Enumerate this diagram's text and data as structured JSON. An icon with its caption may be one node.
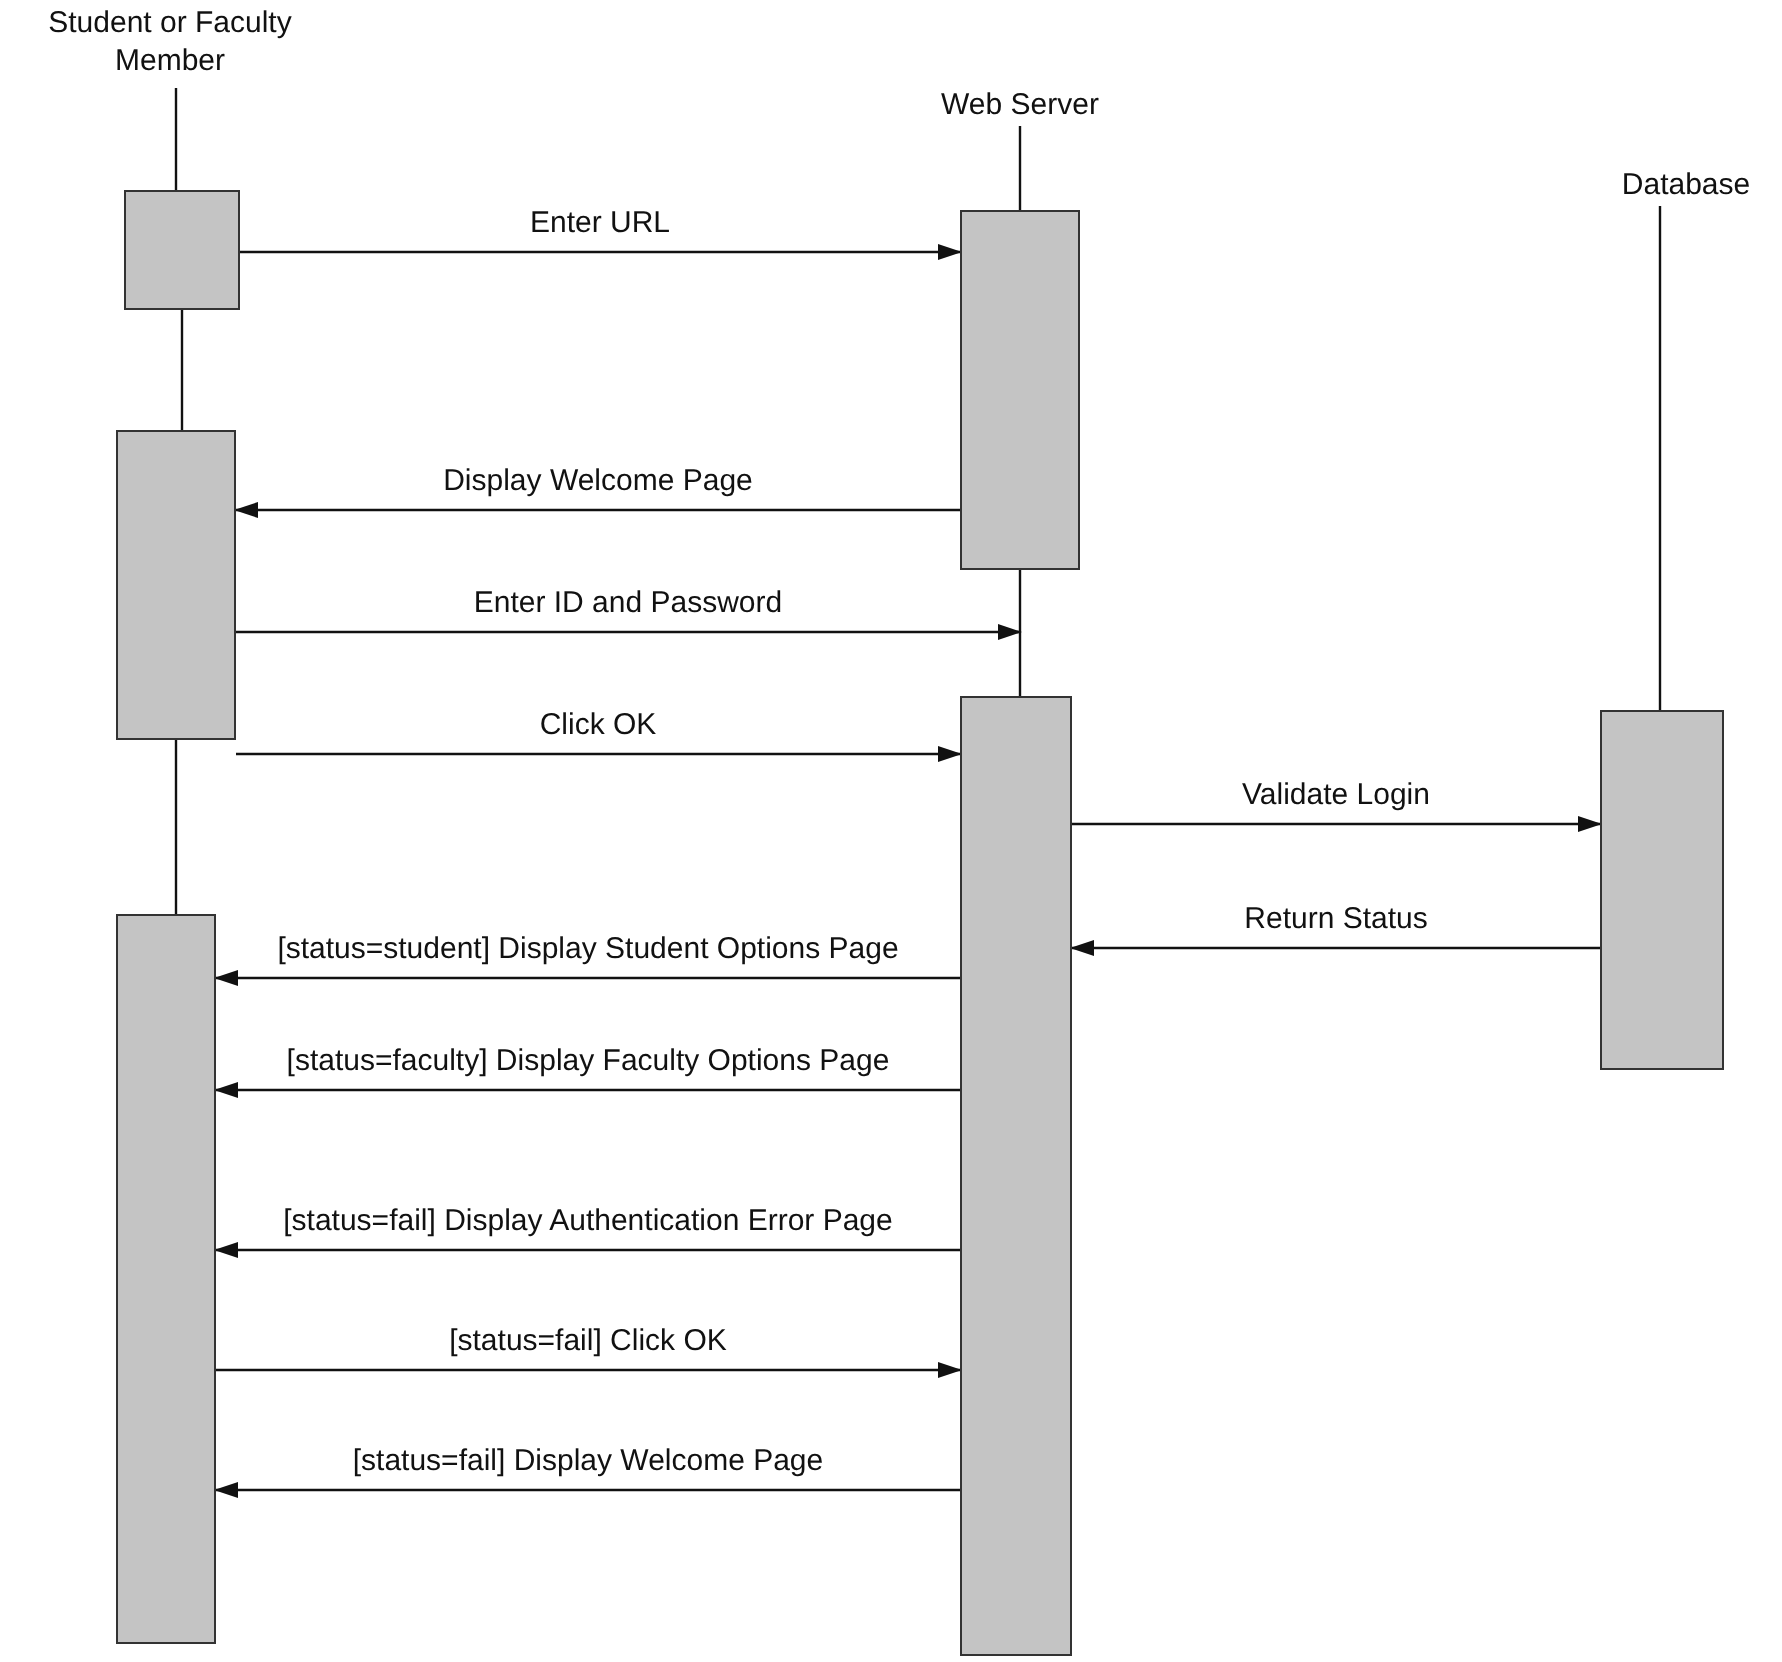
{
  "diagram": {
    "nodes": [
      {
        "text": [
          "Student or Faculty Member"
        ]
      },
      {
        "text": [
          "Web Server"
        ]
      },
      {
        "text": [
          "Database"
        ]
      },
      {
        "text": [],
        "shape": "bar"
      },
      {
        "text": [],
        "shape": "bar"
      },
      {
        "text": [],
        "shape": "bar"
      },
      {
        "text": [],
        "shape": "bar"
      },
      {
        "text": [],
        "shape": "bar"
      },
      {
        "text": [],
        "shape": "bar"
      }
    ],
    "edges": [
      {
        "from": 0,
        "to": 3,
        "arrow": "none"
      },
      {
        "from": 3,
        "to": 5,
        "arrow": "none"
      },
      {
        "from": 5,
        "to": 8,
        "arrow": "none"
      },
      {
        "from": 1,
        "to": 4,
        "arrow": "none"
      },
      {
        "from": 4,
        "to": 6,
        "arrow": "none"
      },
      {
        "from": 2,
        "to": 7,
        "arrow": "none"
      },
      {
        "from": 3,
        "to": 4,
        "arrow": "to",
        "label": "Enter URL"
      },
      {
        "from": 4,
        "to": 5,
        "arrow": "to",
        "label": "Display Welcome Page"
      },
      {
        "from": 5,
        "to": null,
        "arrow": "to",
        "label": "Enter ID and Password"
      },
      {
        "from": 5,
        "to": 6,
        "arrow": "to",
        "label": "Click OK"
      },
      {
        "from": 6,
        "to": 7,
        "arrow": "to",
        "label": "Validate Login"
      },
      {
        "from": 7,
        "to": 6,
        "arrow": "to",
        "label": "Return Status"
      },
      {
        "from": 6,
        "to": 8,
        "arrow": "to",
        "label": "[status=student] Display Student Options Page"
      },
      {
        "from": 6,
        "to": 8,
        "arrow": "to",
        "label": "[status=faculty] Display Faculty Options Page"
      },
      {
        "from": 6,
        "to": 8,
        "arrow": "to",
        "label": "[status=fail] Display Authentication Error Page"
      },
      {
        "from": 8,
        "to": 6,
        "arrow": "to",
        "label": "[status=fail] Click OK"
      },
      {
        "from": 6,
        "to": 8,
        "arrow": "to",
        "label": "[status=fail] Display Welcome Page"
      }
    ]
  }
}
